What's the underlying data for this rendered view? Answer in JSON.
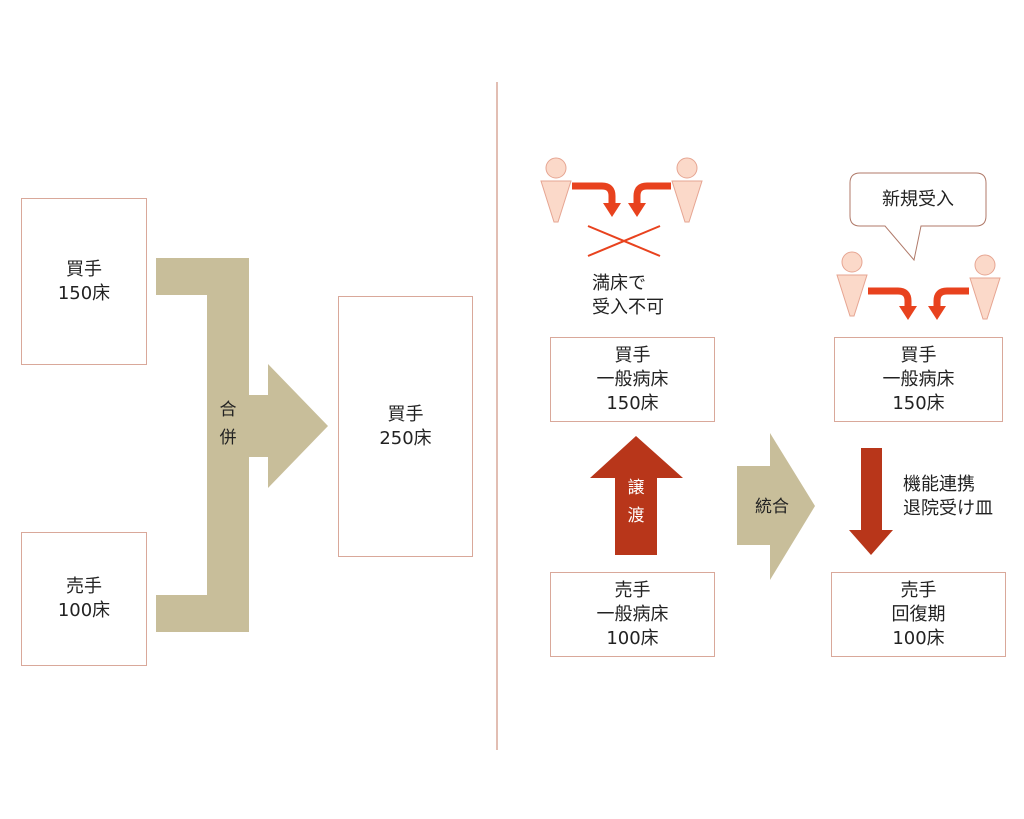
{
  "left": {
    "buyer_box": {
      "line1": "買手",
      "line2": "150床"
    },
    "seller_box": {
      "line1": "売手",
      "line2": "100床"
    },
    "merge_label": {
      "c1": "合",
      "c2": "併"
    },
    "result_box": {
      "line1": "買手",
      "line2": "250床"
    }
  },
  "right": {
    "full_note": {
      "line1": "満床で",
      "line2": "受入不可"
    },
    "buyer_box_a": {
      "line1": "買手",
      "line2": "一般病床",
      "line3": "150床"
    },
    "transfer_label": {
      "c1": "譲",
      "c2": "渡"
    },
    "seller_box_a": {
      "line1": "売手",
      "line2": "一般病床",
      "line3": "100床"
    },
    "integrate_label": "統合",
    "speech_bubble": "新規受入",
    "buyer_box_b": {
      "line1": "買手",
      "line2": "一般病床",
      "line3": "150床"
    },
    "role_note": {
      "line1": "機能連携",
      "line2": "退院受け皿"
    },
    "seller_box_b": {
      "line1": "売手",
      "line2": "回復期",
      "line3": "100床"
    }
  },
  "colors": {
    "khaki": "#c8be9a",
    "orange_red": "#e8421e",
    "dark_red": "#b8361a",
    "person_fill": "#fbd9c9",
    "person_stroke": "#e6a592",
    "box_border": "#d9a89a"
  }
}
